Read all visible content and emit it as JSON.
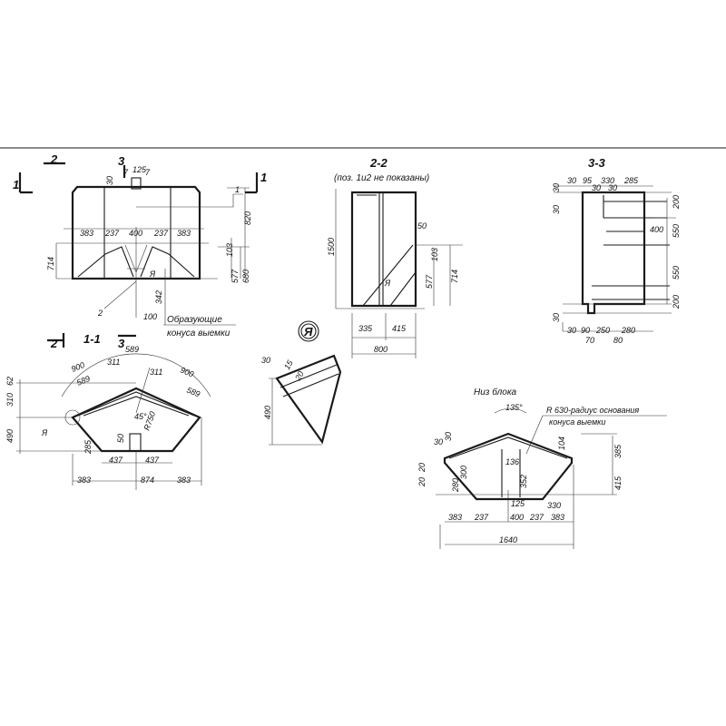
{
  "view_1_1": {
    "title": "1-1",
    "cut_2": "2",
    "cut_3": "3",
    "cut_1": "1",
    "top_dims": [
      "7",
      "125",
      "7",
      "30"
    ],
    "dims": [
      "383",
      "237",
      "400",
      "237",
      "383",
      "820",
      "714",
      "103",
      "577",
      "680",
      "342",
      "100",
      "Я"
    ],
    "callouts": [
      "1",
      "2"
    ],
    "note_line1": "Образующие",
    "note_line2": "конуса выемки",
    "arc_dim": "589"
  },
  "view_2_2": {
    "title": "2-2",
    "subtitle": "(поз. 1и2 не показаны)",
    "dims": [
      "1500",
      "50",
      "103",
      "577",
      "714",
      "Я",
      "335",
      "415",
      "800"
    ]
  },
  "view_3_3": {
    "title": "3-3",
    "top_dims": [
      "30",
      "95",
      "330",
      "285",
      "30",
      "30"
    ],
    "right_dims": [
      "200",
      "550",
      "400",
      "550",
      "200"
    ],
    "bottom_dims": [
      "30",
      "90",
      "250",
      "280",
      "70",
      "80"
    ],
    "left_dims": [
      "30",
      "30",
      "30"
    ]
  },
  "plan": {
    "dims": [
      "589",
      "900",
      "311",
      "311",
      "900",
      "589",
      "589",
      "62",
      "310",
      "490",
      "285",
      "437",
      "437",
      "383",
      "874",
      "383",
      "45°",
      "R750",
      "50"
    ],
    "marker": "Я"
  },
  "detail_a": {
    "marker": "Я",
    "dims": [
      "30",
      "15",
      "20",
      "490"
    ]
  },
  "bottom_view": {
    "title": "Низ блока",
    "angle": "135°",
    "note_line1": "R 630-радиус основания",
    "note_line2": "конуса выемки",
    "dims": [
      "30",
      "30",
      "20",
      "20",
      "104",
      "385",
      "415",
      "280",
      "300",
      "136",
      "352",
      "125",
      "330",
      "383",
      "237",
      "400",
      "237",
      "383",
      "1640"
    ]
  }
}
